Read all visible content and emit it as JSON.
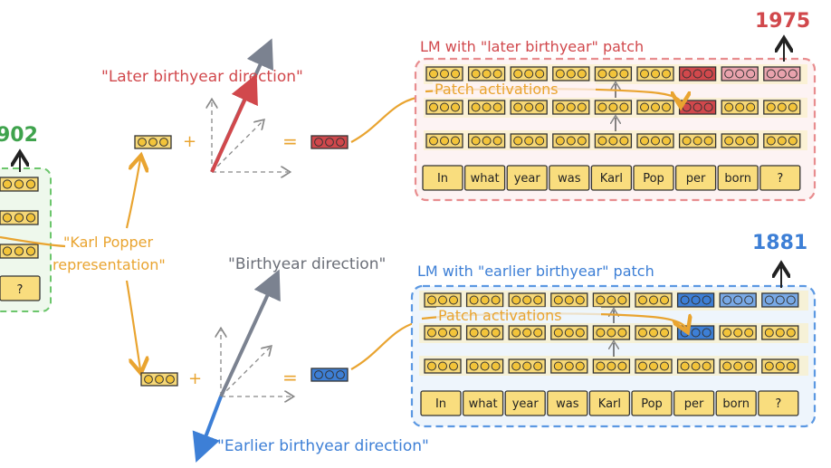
{
  "colors": {
    "red": "#d1484c",
    "red_light": "#e9a3ad",
    "blue": "#3d7fd6",
    "blue_light": "#79a9e6",
    "gray": "#7b8290",
    "orange": "#e9a430",
    "green": "#3fa34d",
    "yellow": "#f6d878",
    "red_frame": "#e88d8f",
    "blue_frame": "#5b98e2",
    "green_frame": "#6cc66c"
  },
  "labels": {
    "later_direction": "\"Later birthyear direction\"",
    "earlier_direction": "\"Earlier birthyear direction\"",
    "birthyear_direction": "\"Birthyear direction\"",
    "karl_popper_line1": "\"Karl Popper",
    "karl_popper_line2": "representation\"",
    "plus": "+",
    "equals": "="
  },
  "left_model": {
    "output_value": "902",
    "question_token": "?"
  },
  "top_model": {
    "title": "LM with \"later birthyear\" patch",
    "output_value": "1975",
    "patch_label": "Patch activations",
    "tokens": [
      "In",
      "what",
      "year",
      "was",
      "Karl",
      "Pop",
      "per",
      "born",
      "?"
    ]
  },
  "bottom_model": {
    "title": "LM with \"earlier birthyear\" patch",
    "output_value": "1881",
    "patch_label": "Patch activations",
    "tokens": [
      "In",
      "what",
      "year",
      "was",
      "Karl",
      "Pop",
      "per",
      "born",
      "?"
    ]
  }
}
